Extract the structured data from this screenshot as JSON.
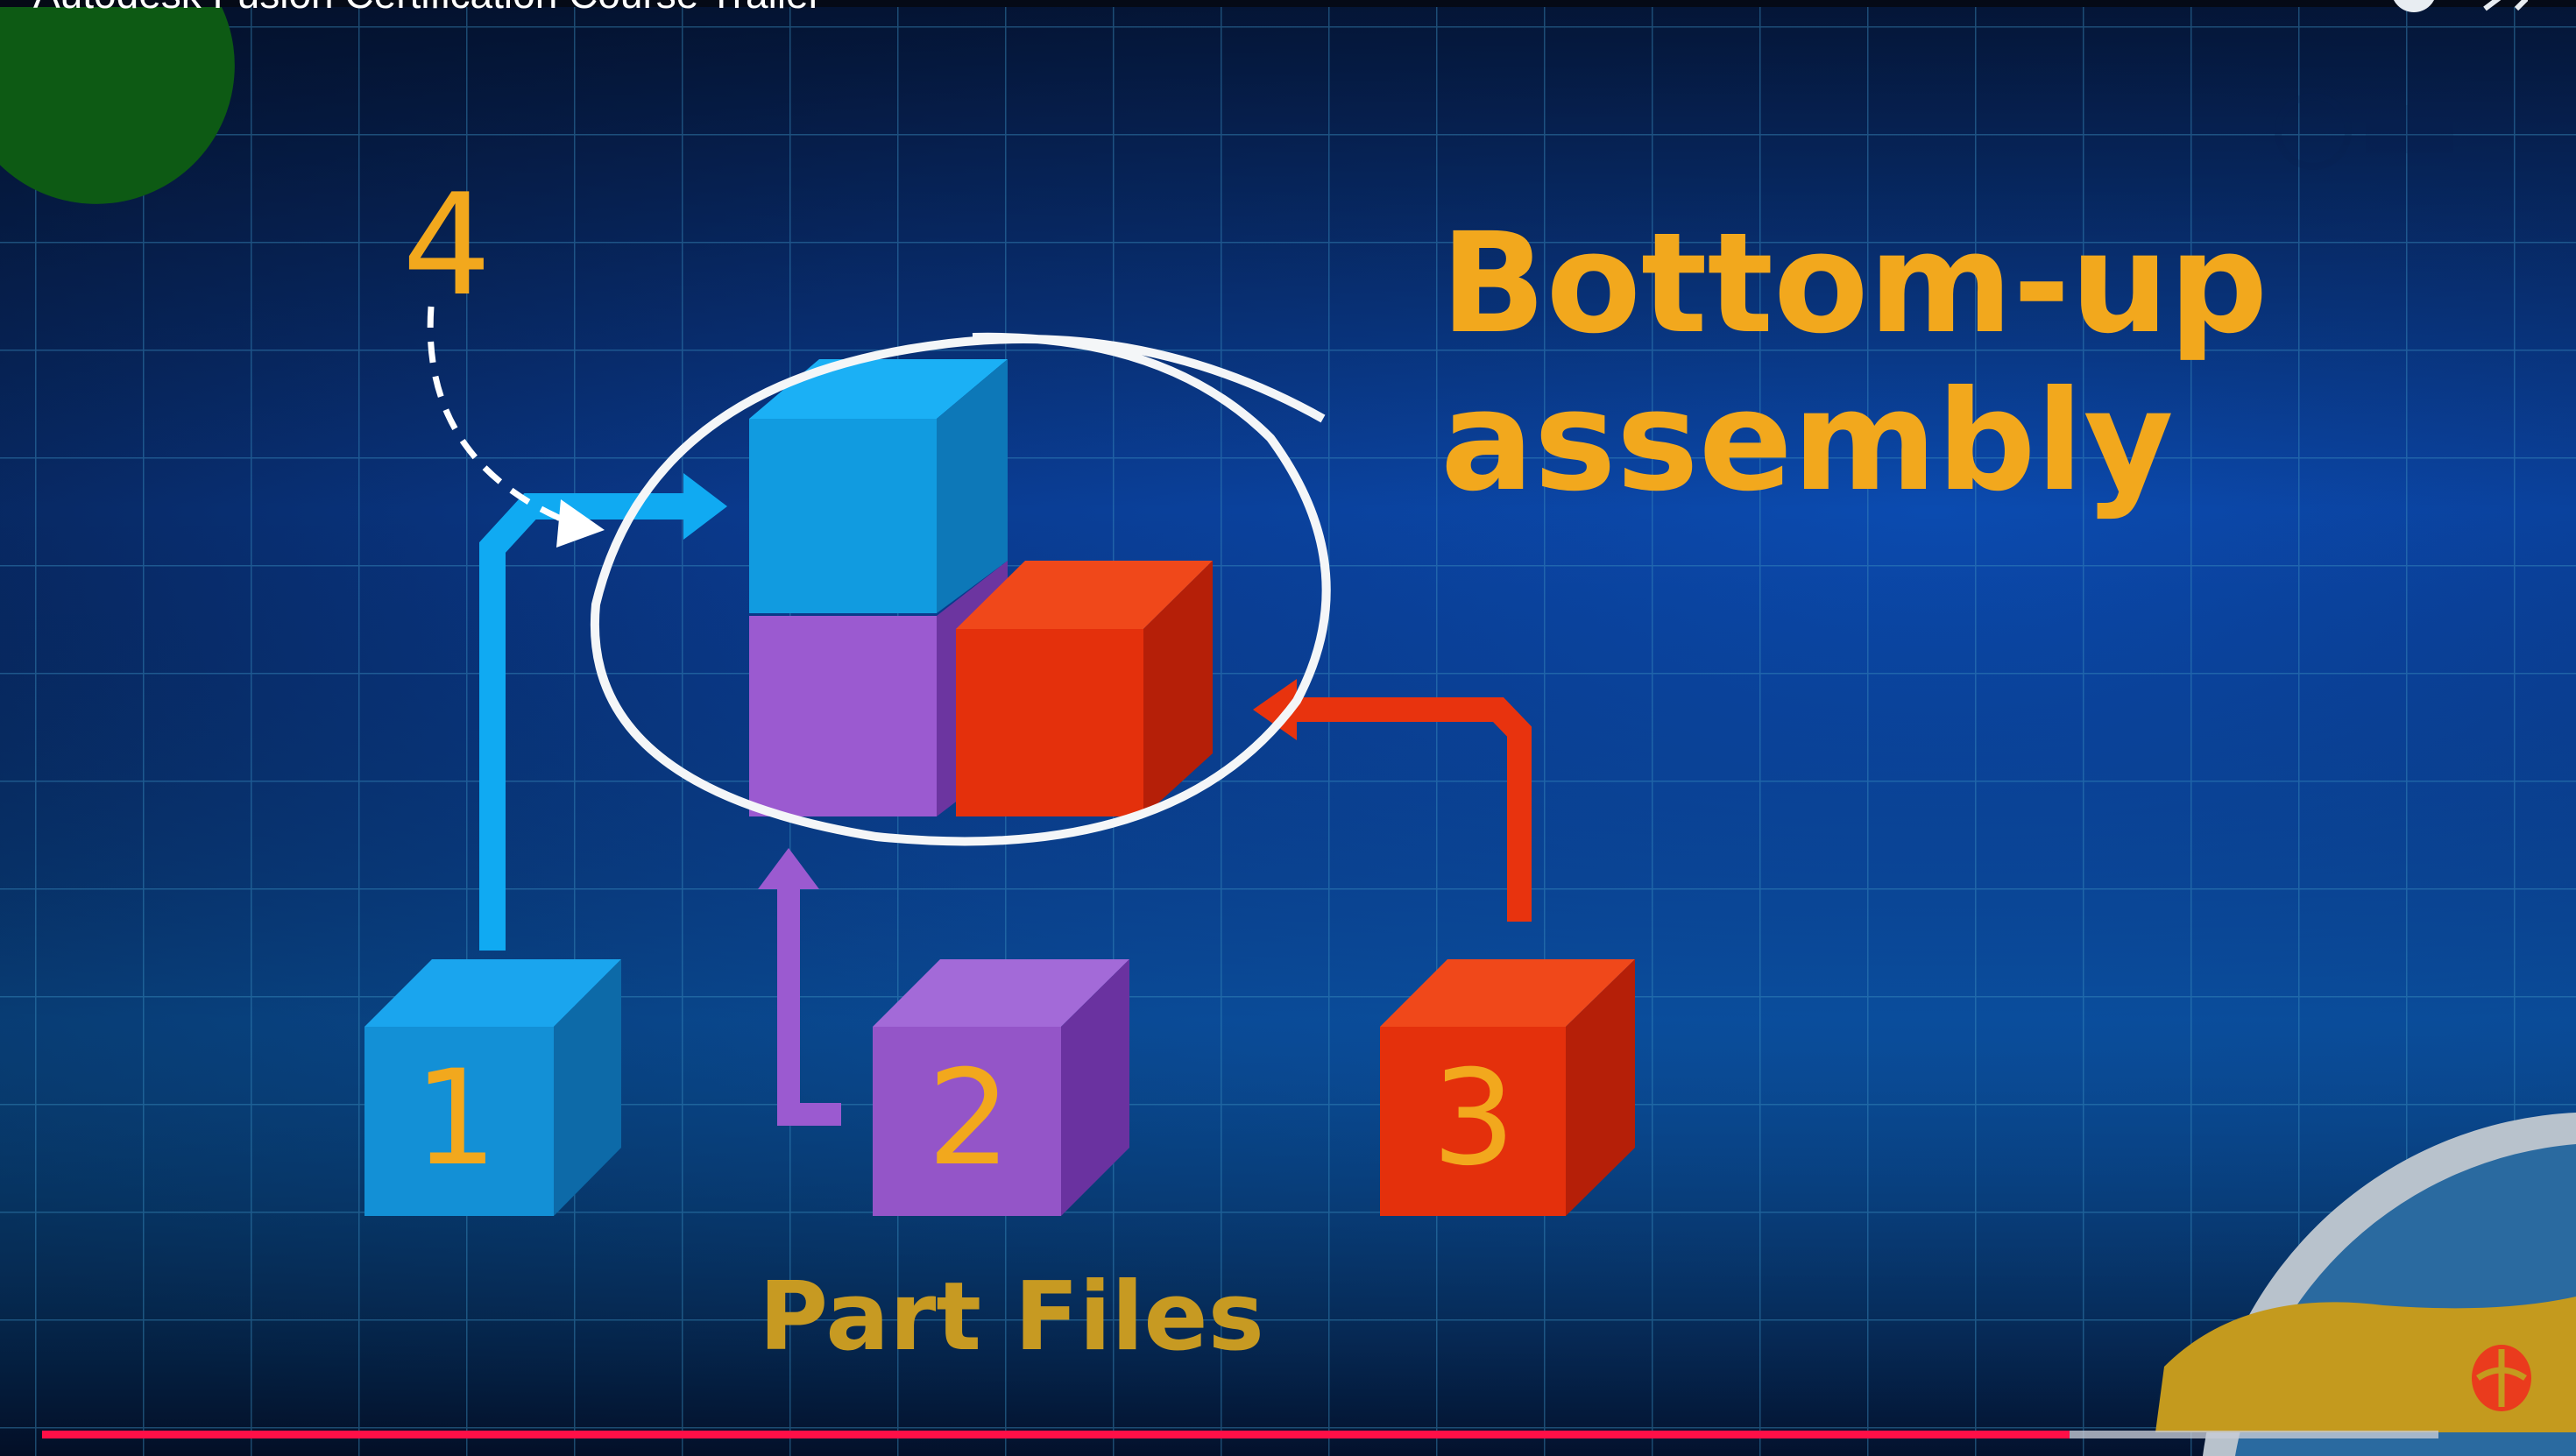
{
  "video": {
    "title": "Autodesk Fusion Certification Course Trailer",
    "progress_played": 0.846,
    "progress_buffered": 1.0
  },
  "slide": {
    "step_label": "4",
    "heading_line1": "Bottom-up",
    "heading_line2": "assembly",
    "parts": [
      "1",
      "2",
      "3"
    ],
    "caption": "Part Files"
  },
  "colors": {
    "accent_yellow": "#f2a81d",
    "blue": "#10a4ec",
    "purple": "#9b5ad0",
    "red": "#e8330e",
    "progress_red": "#ff0f47"
  },
  "icons": [
    "avatar-icon",
    "share-icon",
    "channel-logo-icon"
  ]
}
